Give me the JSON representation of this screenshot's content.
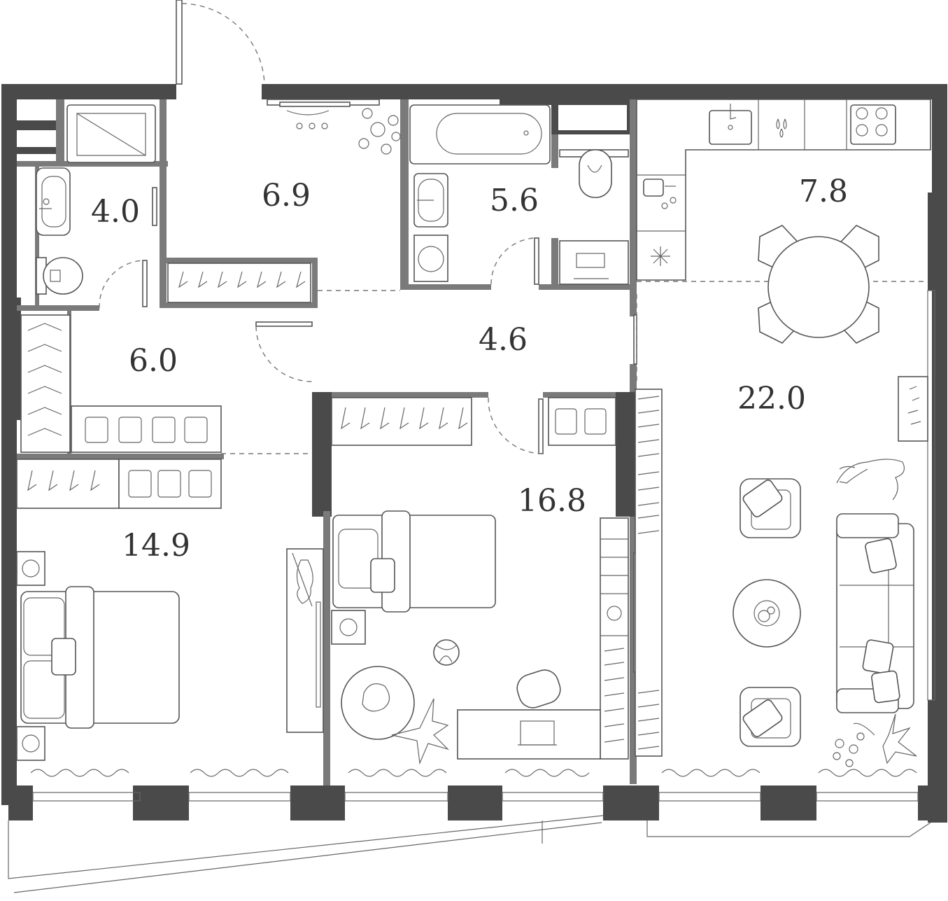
{
  "rooms": [
    {
      "id": "bathroom-small",
      "area": "4.0"
    },
    {
      "id": "hall",
      "area": "6.9"
    },
    {
      "id": "bathroom",
      "area": "5.6"
    },
    {
      "id": "kitchen",
      "area": "7.8"
    },
    {
      "id": "corridor",
      "area": "4.6"
    },
    {
      "id": "wardrobe",
      "area": "6.0"
    },
    {
      "id": "living-room",
      "area": "22.0"
    },
    {
      "id": "bedroom-child",
      "area": "16.8"
    },
    {
      "id": "bedroom-master",
      "area": "14.9"
    }
  ],
  "colors": {
    "wall": "#4a4a4a",
    "line": "#555555",
    "background": "#ffffff"
  }
}
